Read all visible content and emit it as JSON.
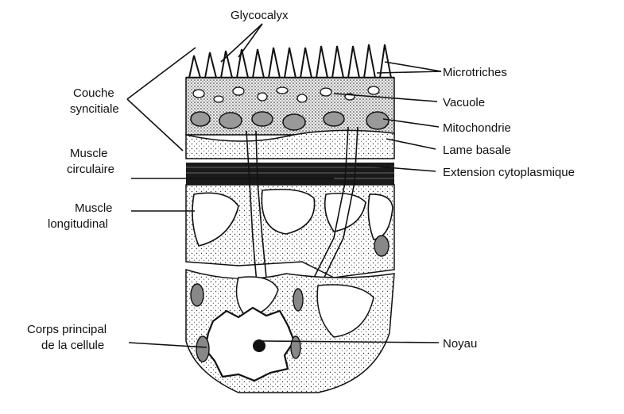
{
  "labels": {
    "glycocalyx": "Glycocalyx",
    "microtriches": "Microtriches",
    "vacuole": "Vacuole",
    "mitochondrie": "Mitochondrie",
    "lame_basale": "Lame basale",
    "extension": "Extension cytoplasmique",
    "couche_syncitiale_1": "Couche",
    "couche_syncitiale_2": "syncitiale",
    "muscle_circulaire_1": "Muscle",
    "muscle_circulaire_2": "circulaire",
    "muscle_longitudinal_1": "Muscle",
    "muscle_longitudinal_2": "longitudinal",
    "corps_principal_1": "Corps principal",
    "corps_principal_2": "de la cellule",
    "noyau": "Noyau"
  }
}
